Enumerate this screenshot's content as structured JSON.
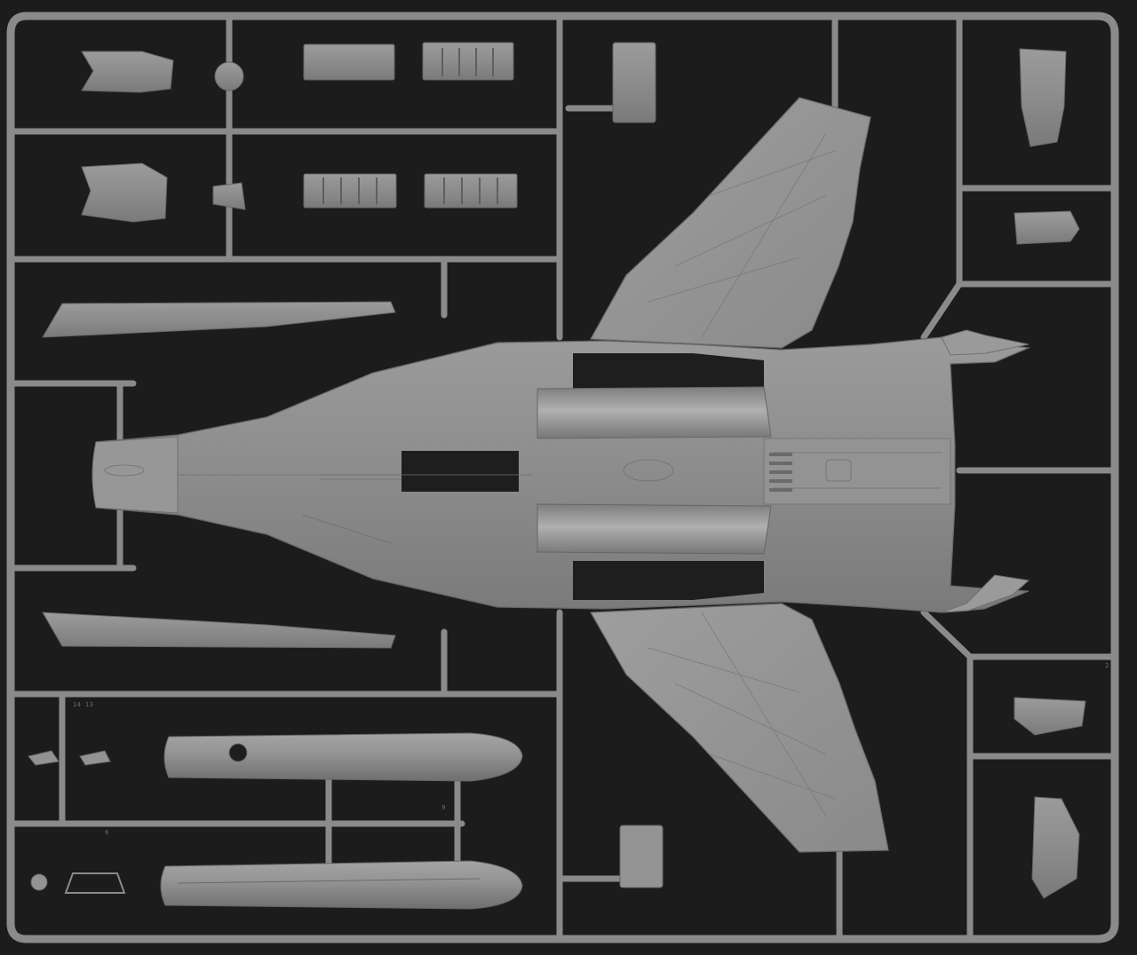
{
  "photo": {
    "subject": "plastic-model-sprue",
    "colors": {
      "background": "#1c1c1c",
      "plastic": "#8f8f8f",
      "plastic_light": "#a9a9a9",
      "plastic_dark": "#6e6e6e",
      "hole": "#1e1e1e"
    }
  },
  "part_numbers": [
    "14",
    "13",
    "9",
    "6",
    "2"
  ]
}
